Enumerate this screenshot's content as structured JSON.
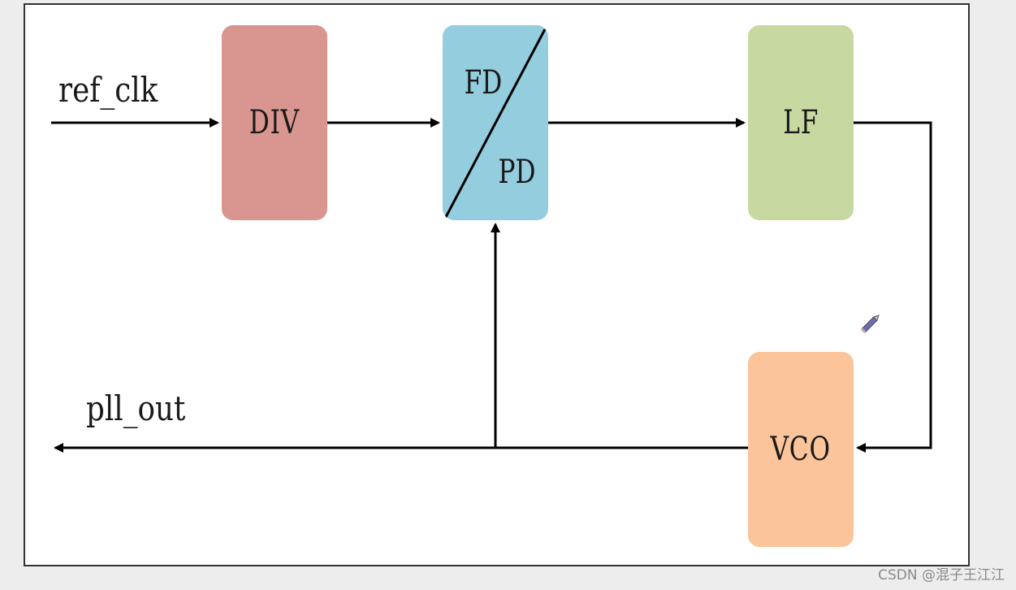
{
  "blocks": {
    "div": {
      "label": "DIV",
      "color": "#d9958f"
    },
    "fdpd": {
      "top_label": "FD",
      "bottom_label": "PD",
      "color": "#94cddd"
    },
    "lf": {
      "label": "LF",
      "color": "#c7d9a0"
    },
    "vco": {
      "label": "VCO",
      "color": "#fbc49b"
    }
  },
  "signals": {
    "input": "ref_clk",
    "output": "pll_out"
  },
  "watermark": "CSDN @混子王江江",
  "decor": {
    "pencil": "pencil-icon"
  }
}
